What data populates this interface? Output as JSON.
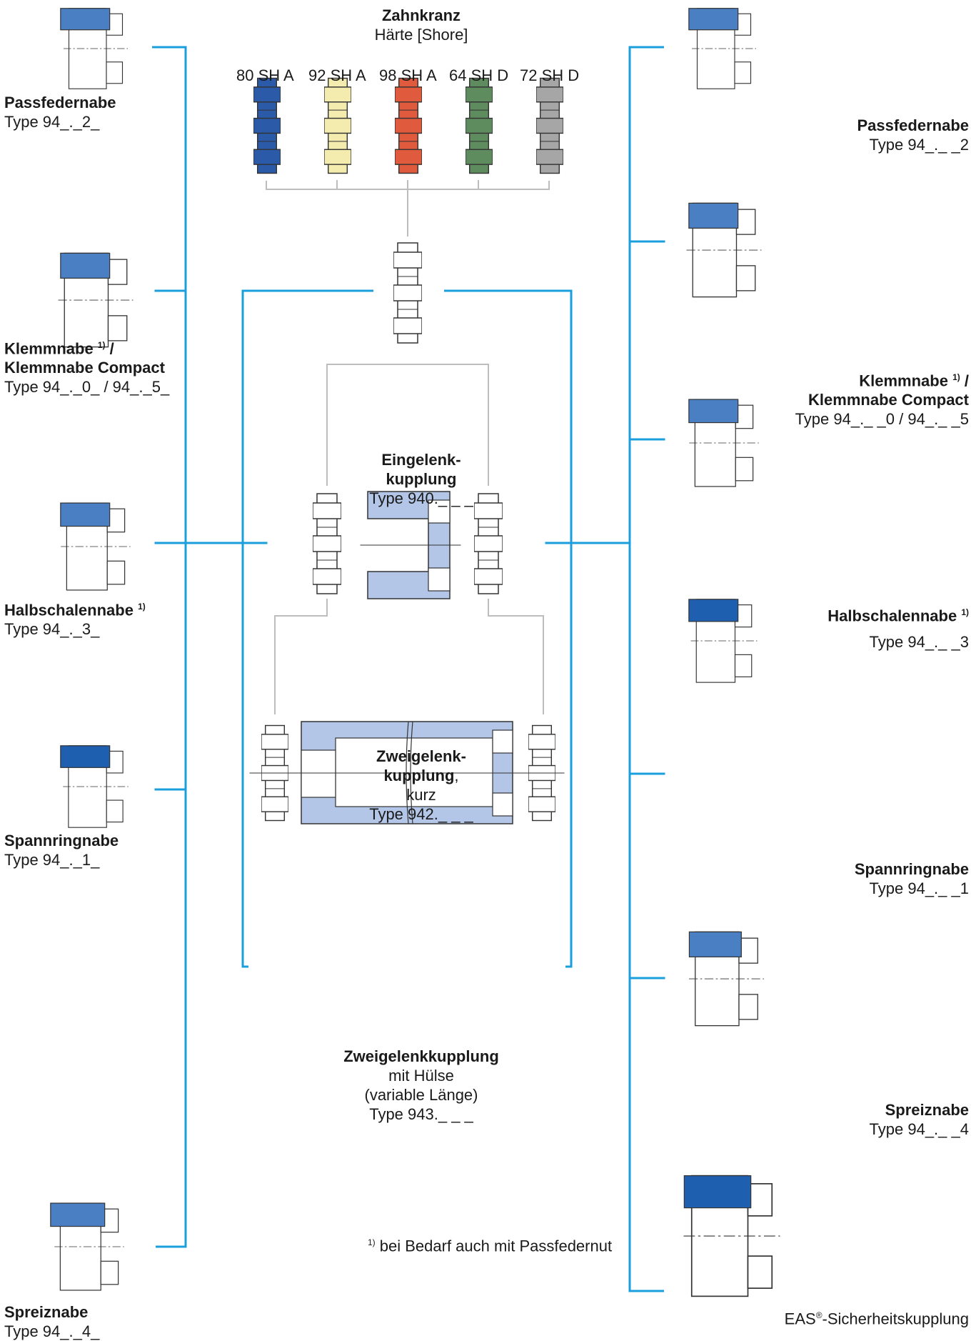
{
  "header": {
    "title": "Zahnkranz",
    "subtitle": "Härte [Shore]"
  },
  "shore_grades": [
    {
      "label": "80 SH A",
      "color": "#2a5aa8"
    },
    {
      "label": "92 SH A",
      "color": "#f3ecae"
    },
    {
      "label": "98 SH A",
      "color": "#e05a3e"
    },
    {
      "label": "64 SH D",
      "color": "#5f8c5f"
    },
    {
      "label": "72 SH D",
      "color": "#a6a6a6"
    }
  ],
  "colors": {
    "connector_blue": "#1a9fdc",
    "connector_grey": "#bdbdbd",
    "hub_blue": "#4a7fc4",
    "hub_dark_blue": "#1f5fb0",
    "sleeve_light_blue": "#b3c6e7",
    "outline": "#333333"
  },
  "left": [
    {
      "name": "Passfedernabe",
      "type": "Type 94_._2_"
    },
    {
      "name": "Klemmnabe",
      "sup": "1)",
      "name_suffix": " /",
      "name2": "Klemmnabe Compact",
      "type": "Type 94_._0_ / 94_._5_"
    },
    {
      "name": "Halbschalennabe",
      "sup": "1)",
      "type": "Type 94_._3_"
    },
    {
      "name": "Spannringnabe",
      "type": "Type 94_._1_"
    },
    {
      "name": "Spreiznabe",
      "type": "Type 94_._4_"
    }
  ],
  "right": [
    {
      "name": "Passfedernabe",
      "type": "Type 94_._ _2"
    },
    {
      "name": "Klemmnabe",
      "sup": "1)",
      "name_suffix": " /",
      "name2": "Klemmnabe Compact",
      "type": "Type 94_._ _0 / 94_._ _5"
    },
    {
      "name": "Halbschalennabe",
      "sup": "1)",
      "type": "Type 94_._ _3"
    },
    {
      "name": "Spannringnabe",
      "type": "Type 94_._ _1"
    },
    {
      "name": "Spreiznabe",
      "type": "Type 94_._ _4"
    },
    {
      "name_plain": "EAS",
      "sup": "®",
      "name_plain2": "-Sicherheitskupplung"
    }
  ],
  "center": {
    "single": {
      "line1": "Eingelenk-",
      "line2": "kupplung",
      "type": "Type 940._ _ _"
    },
    "double_short": {
      "line1": "Zweigelenk-",
      "line2": "kupplung",
      "line2_suffix": ",",
      "line3": "kurz",
      "type": "Type 942._ _ _"
    },
    "double_sleeve": {
      "line1": "Zweigelenkkupplung",
      "line2": "mit Hülse",
      "line3": "(variable Länge)",
      "type": "Type 943._ _ _"
    }
  },
  "footnote": {
    "sup": "1)",
    "text": " bei Bedarf auch mit Passfedernut"
  }
}
